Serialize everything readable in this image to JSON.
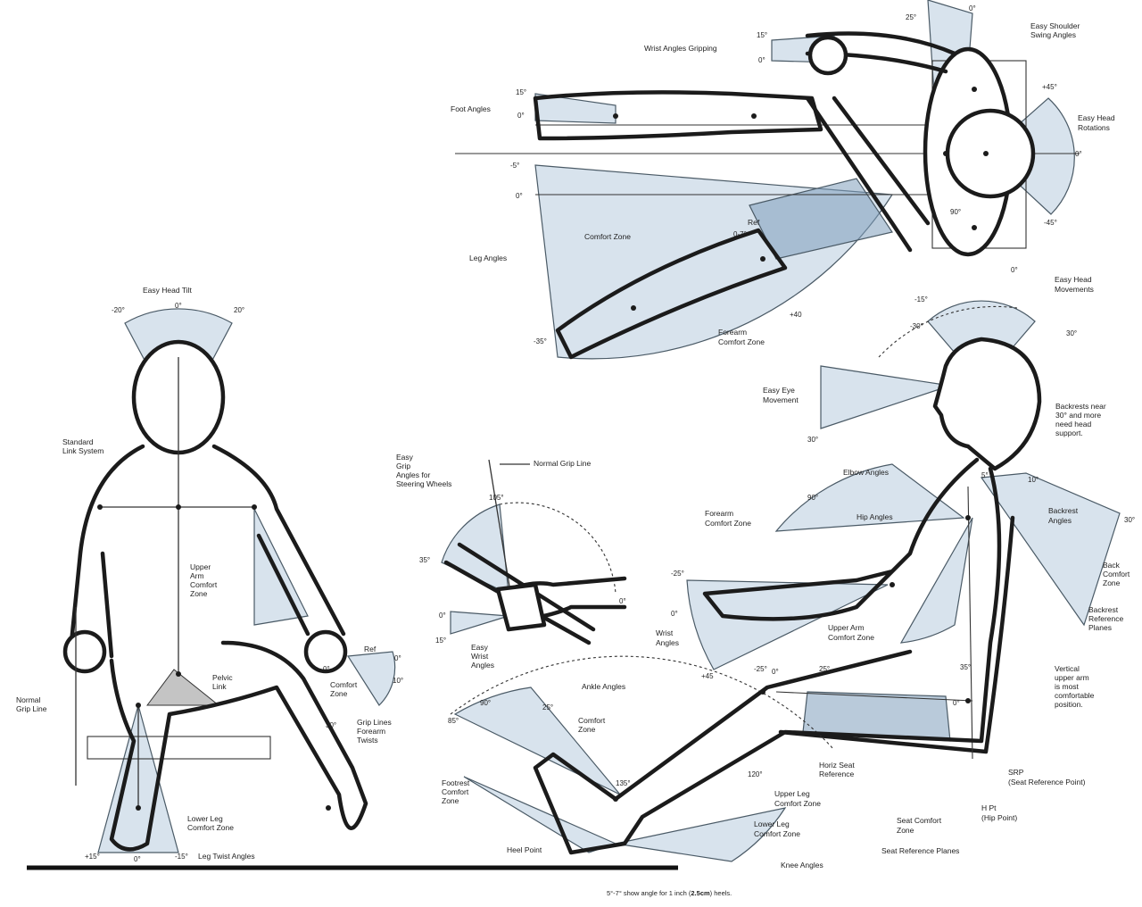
{
  "top_view": {
    "labels": {
      "easy_shoulder_swing": [
        "Easy Shoulder",
        "Swing Angles"
      ],
      "wrist_angles_gripping": "Wrist Angles Gripping",
      "foot_angles": "Foot Angles",
      "easy_head_rotations": [
        "Easy Head",
        "Rotations"
      ],
      "comfort_zone": "Comfort Zone",
      "leg_angles": "Leg Angles",
      "forearm_comfort_zone": [
        "Forearm",
        "Comfort Zone"
      ],
      "ref": "Ref"
    },
    "angles": {
      "shoulder_25": "25°",
      "shoulder_0": "0°",
      "wrist_15": "15°",
      "wrist_0": "0°",
      "foot_15": "15°",
      "foot_0": "0°",
      "leg_5": "-5°",
      "leg_0": "0°",
      "leg_35": "-35°",
      "head_pos45": "+45°",
      "head_0": "0°",
      "head_neg45": "-45°",
      "forearm_40": "+40",
      "forearm_90": "90°",
      "ref_angle": "0-7°"
    }
  },
  "front_view": {
    "labels": {
      "easy_head_tilt": "Easy Head Tilt",
      "standard_link_system": [
        "Standard",
        "Link System"
      ],
      "upper_arm_comfort_zone": [
        "Upper",
        "Arm",
        "Comfort",
        "Zone"
      ],
      "normal_grip_line": [
        "Normal",
        "Grip Line"
      ],
      "pelvic_link": [
        "Pelvic",
        "Link"
      ],
      "comfort_zone": [
        "Comfort",
        "Zone"
      ],
      "grip_lines_forearm_twists": [
        "Grip Lines",
        "Forearm",
        "Twists"
      ],
      "lower_leg_comfort_zone": [
        "Lower Leg",
        "Comfort Zone"
      ],
      "leg_twist_angles": "Leg Twist Angles",
      "ref": "Ref"
    },
    "angles": {
      "tilt_neg20": "-20°",
      "tilt_0": "0°",
      "tilt_20": "20°",
      "twist_pos15": "+15°",
      "twist_0": "0°",
      "twist_neg15": "-15°",
      "grip_0": "0°",
      "grip_30": "30°",
      "grip_neg10": "10°",
      "forearm_0": "0°"
    }
  },
  "side_view": {
    "labels": {
      "easy_head_movements": [
        "Easy Head",
        "Movements"
      ],
      "easy_eye_movement": [
        "Easy Eye",
        "Movement"
      ],
      "backrests_note": [
        "Backrests near",
        "30° and more",
        "need head",
        "support."
      ],
      "elbow_angles": "Elbow Angles",
      "hip_angles": "Hip Angles",
      "forearm_comfort_zone": [
        "Forearm",
        "Comfort Zone"
      ],
      "backrest_angles": [
        "Backrest",
        "Angles"
      ],
      "back_comfort_zone": [
        "Back",
        "Comfort",
        "Zone"
      ],
      "backrest_reference_planes": [
        "Backrest",
        "Reference",
        "Planes"
      ],
      "upper_arm_comfort_zone": [
        "Upper Arm",
        "Comfort Zone"
      ],
      "wrist_angles": [
        "Wrist",
        "Angles"
      ],
      "vertical_upper_arm_note": [
        "Vertical",
        "upper arm",
        "is most",
        "comfortable",
        "position."
      ],
      "ankle_angles": "Ankle Angles",
      "comfort_zone": [
        "Comfort",
        "Zone"
      ],
      "footrest_comfort_zone": [
        "Footrest",
        "Comfort",
        "Zone"
      ],
      "heel_point": "Heel Point",
      "horiz_seat_reference": [
        "Horiz Seat",
        "Reference"
      ],
      "upper_leg_comfort_zone": [
        "Upper Leg",
        "Comfort Zone"
      ],
      "lower_leg_comfort_zone": [
        "Lower Leg",
        "Comfort Zone"
      ],
      "seat_comfort_zone": [
        "Seat Comfort",
        "Zone"
      ],
      "seat_reference_planes": "Seat Reference Planes",
      "srp": [
        "SRP",
        "(Seat Reference Point)"
      ],
      "h_pt": [
        "H Pt",
        "(Hip Point)"
      ],
      "knee_angles": "Knee Angles",
      "heels_note_prefix": "5°-7° show angle for 1 inch (",
      "heels_note_bold": "2.5cm",
      "heels_note_suffix": ") heels."
    },
    "angles": {
      "head_0": "0°",
      "head_neg30": "-30°",
      "head_30": "30°",
      "head_neg15": "-15°",
      "eye_30": "30°",
      "elbow_90": "90°",
      "elbow_neg25": "-25°",
      "elbow_0": "0°",
      "elbow_45": "+45",
      "hip_5": "5°",
      "hip_10": "10°",
      "backrest_30": "30°",
      "ankle_85": "85°",
      "ankle_90": "90°",
      "ankle_25": "25°",
      "knee_120": "120°",
      "knee_135": "135°",
      "hip_25": "25°",
      "seat_0": "0°",
      "seat_35": "35°",
      "upper_neg25": "-25°",
      "upper_0": "0°"
    }
  },
  "grip_detail": {
    "labels": {
      "easy_grip_angles": [
        "Easy",
        "Grip",
        "Angles for",
        "Steering Wheels"
      ],
      "normal_grip_line": "Normal Grip Line",
      "easy_wrist_angles": [
        "Easy",
        "Wrist",
        "Angles"
      ]
    },
    "angles": {
      "grip_105": "105°",
      "grip_35": "35°",
      "grip_0": "0°",
      "grip_15": "15°",
      "wrist_0": "0°"
    }
  },
  "colors": {
    "zone_fill": "#a9c2d6",
    "zone_dark": "#7f9fbc",
    "line": "#1b1b1b"
  }
}
